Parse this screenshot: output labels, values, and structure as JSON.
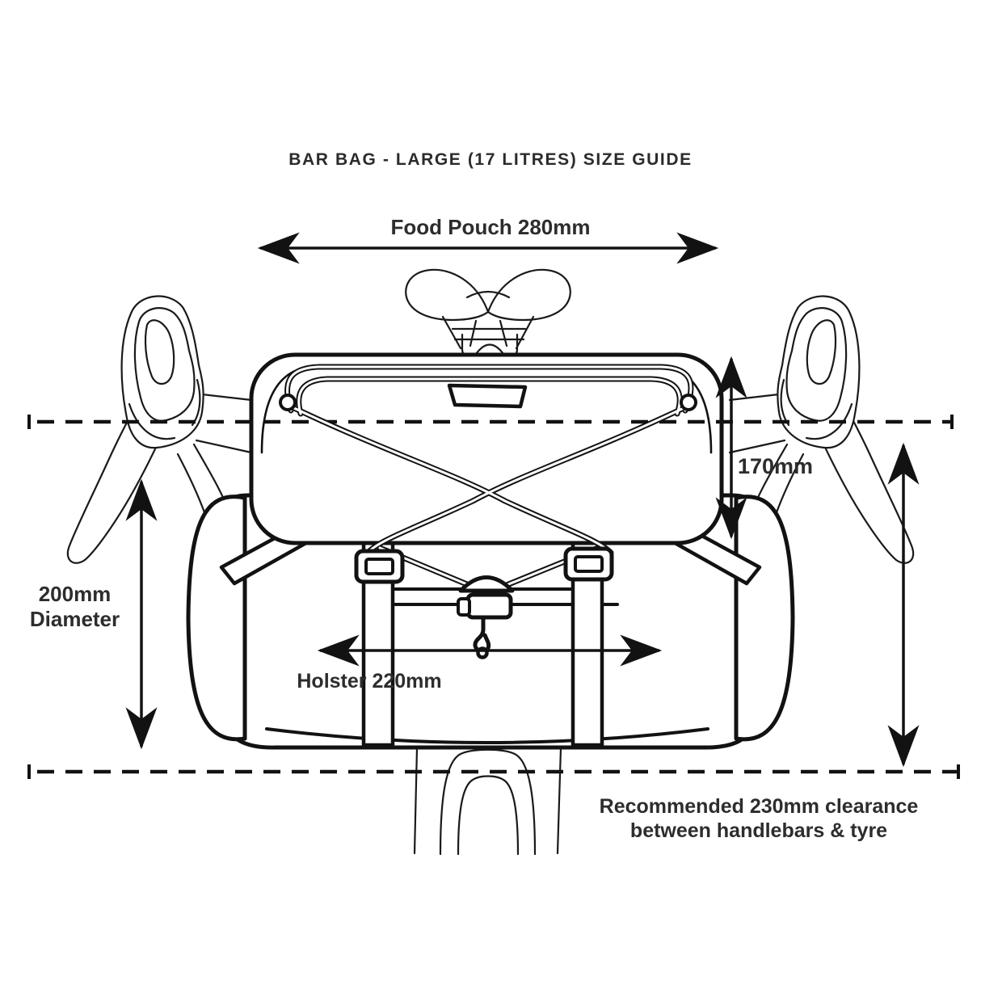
{
  "title": "BAR BAG - LARGE (17 LITRES) SIZE GUIDE",
  "labels": {
    "food_pouch": "Food Pouch 280mm",
    "pouch_height": "170mm",
    "diameter_line1": "200mm",
    "diameter_line2": "Diameter",
    "holster": "Holster 220mm",
    "clearance_line1": "Recommended 230mm clearance",
    "clearance_line2": "between handlebars & tyre"
  },
  "measurements": {
    "capacity_litres": 17,
    "food_pouch_width_mm": 280,
    "pouch_height_mm": 170,
    "holster_diameter_mm": 200,
    "holster_width_mm": 220,
    "recommended_clearance_mm": 230
  },
  "colors": {
    "line": "#121212",
    "text": "#2d2d2d",
    "background": "#ffffff"
  }
}
